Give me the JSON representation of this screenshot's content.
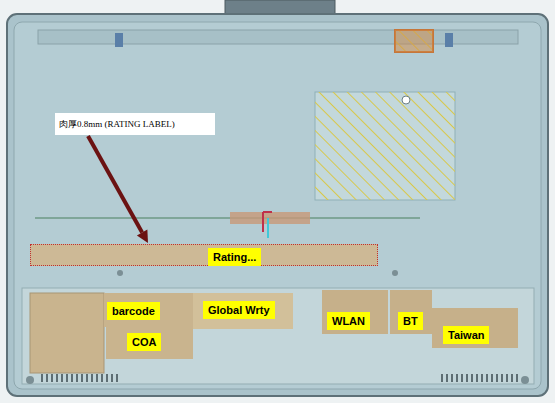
{
  "diagram": {
    "nodes": [
      {
        "text": [
          "肉厚0.8mm (RATING LABEL)"
        ]
      },
      {
        "text": [
          "Rating..."
        ]
      },
      {
        "text": [
          "barcode"
        ]
      },
      {
        "text": [
          "Global Wrty"
        ]
      },
      {
        "text": [
          "COA"
        ]
      },
      {
        "text": [
          "WLAN"
        ]
      },
      {
        "text": [
          "BT"
        ]
      },
      {
        "text": [
          "Taiwan"
        ]
      }
    ],
    "edges": [
      {
        "from": 0,
        "to": 1,
        "arrow": "to"
      }
    ]
  }
}
